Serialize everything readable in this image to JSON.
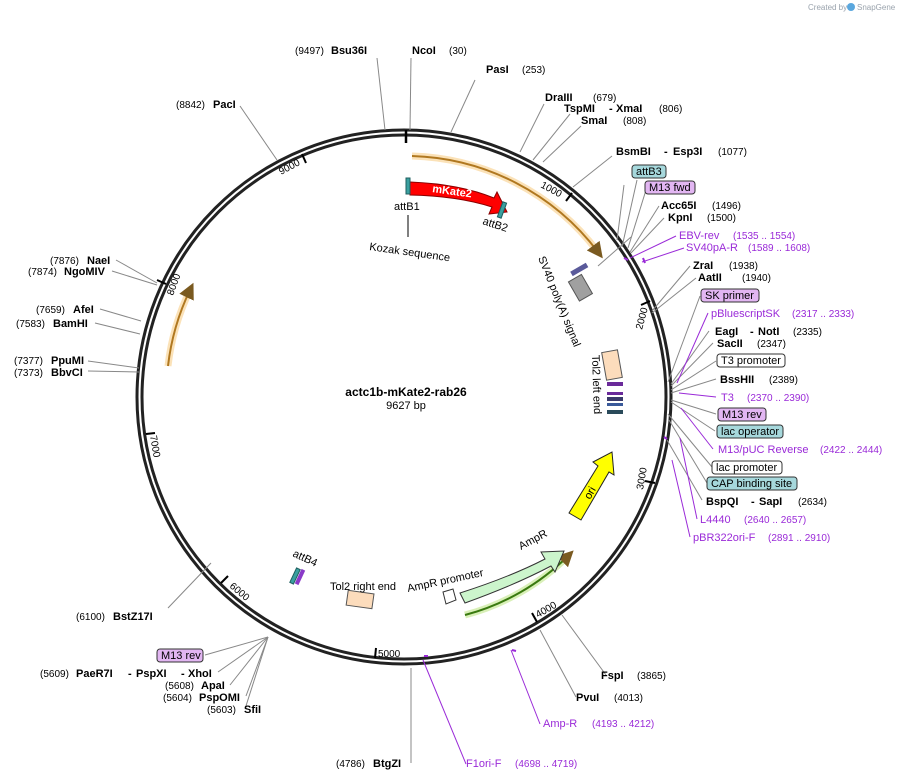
{
  "credit": {
    "prefix": "Created by",
    "brand": "SnapGene"
  },
  "plasmid": {
    "name": "actc1b-mKate2-rab26",
    "length": "9627 bp"
  },
  "enzymes": {
    "bsu36i": {
      "name": "Bsu36I",
      "pos": "(9497)"
    },
    "ncoi": {
      "name": "NcoI",
      "pos": "(30)"
    },
    "pasi": {
      "name": "PasI",
      "pos": "(253)"
    },
    "draiii": {
      "name": "DraIII",
      "pos": "(679)"
    },
    "tspmi": {
      "name": "TspMI",
      "dash": "-",
      "name2": "XmaI",
      "pos": "(806)"
    },
    "smai": {
      "name": "SmaI",
      "pos": "(808)"
    },
    "bsmbi": {
      "name": "BsmBI",
      "dash": "-",
      "name2": "Esp3I",
      "pos": "(1077)"
    },
    "acc65i": {
      "name": "Acc65I",
      "pos": "(1496)"
    },
    "kpni": {
      "name": "KpnI",
      "pos": "(1500)"
    },
    "zrai": {
      "name": "ZraI",
      "pos": "(1938)"
    },
    "aatii": {
      "name": "AatII",
      "pos": "(1940)"
    },
    "eagi": {
      "name": "EagI",
      "dash": "-",
      "name2": "NotI",
      "pos": "(2335)"
    },
    "sacii": {
      "name": "SacII",
      "pos": "(2347)"
    },
    "bsshii": {
      "name": "BssHII",
      "pos": "(2389)"
    },
    "bspqi": {
      "name": "BspQI",
      "dash": "-",
      "name2": "SapI",
      "pos": "(2634)"
    },
    "fspi": {
      "name": "FspI",
      "pos": "(3865)"
    },
    "pvui": {
      "name": "PvuI",
      "pos": "(4013)"
    },
    "btgzi": {
      "name": "BtgZI",
      "pos": "(4786)"
    },
    "sfii": {
      "name": "SfiI",
      "pos": "(5603)"
    },
    "pspomi": {
      "name": "PspOMI",
      "pos": "(5604)"
    },
    "apai": {
      "name": "ApaI",
      "pos": "(5608)"
    },
    "paer7i": {
      "name": "PaeR7I",
      "dash": "-",
      "name2": "PspXI",
      "dash2": "-",
      "name3": "XhoI",
      "pos": "(5609)"
    },
    "bstz17i": {
      "name": "BstZ17I",
      "pos": "(6100)"
    },
    "bbvci": {
      "name": "BbvCI",
      "pos": "(7373)"
    },
    "ppumi": {
      "name": "PpuMI",
      "pos": "(7377)"
    },
    "bamhi": {
      "name": "BamHI",
      "pos": "(7583)"
    },
    "afei": {
      "name": "AfeI",
      "pos": "(7659)"
    },
    "ngomiv": {
      "name": "NgoMIV",
      "pos": "(7874)"
    },
    "naei": {
      "name": "NaeI",
      "pos": "(7876)"
    },
    "paci": {
      "name": "PacI",
      "pos": "(8842)"
    }
  },
  "primers": {
    "ebv_rev": {
      "name": "EBV-rev",
      "pos": "(1535 .. 1554)"
    },
    "sv40pa_r": {
      "name": "SV40pA-R",
      "pos": "(1589 .. 1608)"
    },
    "pbluescriptsk": {
      "name": "pBluescriptSK",
      "pos": "(2317 .. 2333)"
    },
    "t3": {
      "name": "T3",
      "pos": "(2370 .. 2390)"
    },
    "m13puc_rev": {
      "name": "M13/pUC Reverse",
      "pos": "(2422 .. 2444)"
    },
    "l4440": {
      "name": "L4440",
      "pos": "(2640 .. 2657)"
    },
    "pbr322ori_f": {
      "name": "pBR322ori-F",
      "pos": "(2891 .. 2910)"
    },
    "amp_r": {
      "name": "Amp-R",
      "pos": "(4193 .. 4212)"
    },
    "f1ori_f": {
      "name": "F1ori-F",
      "pos": "(4698 .. 4719)"
    }
  },
  "boxes": {
    "attb3": "attB3",
    "m13fwd": "M13 fwd",
    "skprimer": "SK primer",
    "t3promoter": "T3 promoter",
    "m13rev": "M13 rev",
    "lacoperator": "lac operator",
    "lacpromoter": "lac promoter",
    "cap": "CAP binding site",
    "m13rev2": "M13 rev"
  },
  "features": {
    "mkate2": "mKate2",
    "attb1": "attB1",
    "attb2": "attB2",
    "kozak": "Kozak sequence",
    "sv40": "SV40 poly(A) signal",
    "tol2left": "Tol2 left end",
    "ori": "ori",
    "ampr": "AmpR",
    "amprpromoter": "AmpR promoter",
    "tol2right": "Tol2 right end",
    "attb4": "attB4"
  },
  "ticks": [
    "1000",
    "2000",
    "3000",
    "4000",
    "5000",
    "6000",
    "7000",
    "8000",
    "9000"
  ],
  "colors": {
    "mkate2": "#ff0000",
    "ori": "#ffff00",
    "ampr": "#ccf5cc",
    "primer": "#9a2ad8",
    "orf_arrow": "#e8a24a",
    "attb": "#3aa0a0",
    "tol2": "#fcdcbc",
    "sv40": "#a0a0a0"
  }
}
